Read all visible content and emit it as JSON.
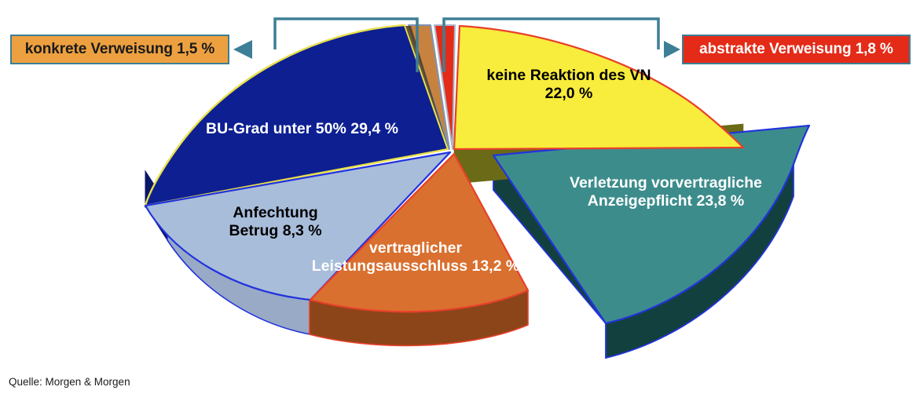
{
  "chart_data": {
    "type": "pie",
    "title": "",
    "subtitle": "",
    "xlabel": "",
    "ylabel": "",
    "legend_position": "none",
    "grid": false,
    "style": "3d-exploded-pie",
    "source_note": "Quelle: Morgen & Morgen",
    "unit": "%",
    "categories": [
      "keine Reaktion des VN",
      "Verletzung vorvertragliche Anzeigepflicht",
      "vertraglicher Leistungsausschluss",
      "Anfechtung Betrug",
      "BU-Grad unter 50%",
      "konkrete Verweisung",
      "abstrakte Verweisung"
    ],
    "values": [
      22.0,
      23.8,
      13.2,
      8.3,
      29.4,
      1.5,
      1.8
    ],
    "value_labels": [
      "22,0 %",
      "23,8 %",
      "13,2 %",
      "8,3 %",
      "29,4 %",
      "1,5 %",
      "1,8 %"
    ],
    "colors": [
      "#f8ec3c",
      "#3d8c8c",
      "#d9702f",
      "#a8bdda",
      "#0d1f91",
      "#c8823f",
      "#e42b18"
    ],
    "slices": [
      {
        "key": "keine-reaktion",
        "label": "keine Reaktion des VN",
        "value_label": "22,0 %",
        "value": 22.0,
        "label_text": "keine Reaktion des VN\n22,0 %",
        "top_color": "#f8ec3c",
        "side_color": "#6b6a16",
        "stroke": "#e8402a",
        "text_color": "dark"
      },
      {
        "key": "verletzung-anzeigepflicht",
        "label": "Verletzung vorvertragliche Anzeigepflicht",
        "value_label": "23,8 %",
        "value": 23.8,
        "label_text": "Verletzung vorvertragliche\nAnzeigepflicht 23,8 %",
        "top_color": "#3d8c8c",
        "side_color": "#12403f",
        "stroke": "#2233dd",
        "text_color": "light"
      },
      {
        "key": "vertraglicher-leistungsausschluss",
        "label": "vertraglicher Leistungsausschluss",
        "value_label": "13,2 %",
        "value": 13.2,
        "label_text": "vertraglicher\nLeistungsausschluss 13,2 %",
        "top_color": "#d9702f",
        "side_color": "#8c4518",
        "stroke": "#e8402a",
        "text_color": "light"
      },
      {
        "key": "anfechtung-betrug",
        "label": "Anfechtung Betrug",
        "value_label": "8,3 %",
        "value": 8.3,
        "label_text": "Anfechtung\nBetrug 8,3 %",
        "top_color": "#a8bdda",
        "side_color": "#8fa0bd",
        "stroke": "#2233dd",
        "text_color": "dark"
      },
      {
        "key": "bu-grad-unter-50",
        "label": "BU-Grad unter 50%",
        "value_label": "29,4 %",
        "value": 29.4,
        "label_text": "BU-Grad unter 50%  29,4 %",
        "top_color": "#0d1f91",
        "side_color": "#0a1668",
        "stroke": "#e8e04a",
        "text_color": "light"
      },
      {
        "key": "konkrete-verweisung",
        "label": "konkrete Verweisung",
        "value_label": "1,5 %",
        "value": 1.5,
        "label_text": "",
        "top_color": "#c8823f",
        "side_color": "#6b4a1e",
        "stroke": "#7f93b5",
        "text_color": "dark"
      },
      {
        "key": "abstrakte-verweisung",
        "label": "abstrakte Verweisung",
        "value_label": "1,8 %",
        "value": 1.8,
        "label_text": "",
        "top_color": "#e42b18",
        "side_color": "#8f1a10",
        "stroke": "#aab8cc",
        "text_color": "light"
      }
    ]
  },
  "callouts": {
    "konkrete": {
      "text": "konkrete Verweisung 1,5 %",
      "fill": "#eda040",
      "border": "#3d7f96",
      "text_color": "#1a1a1a"
    },
    "abstrakte": {
      "text": "abstrakte Verweisung 1,8 %",
      "fill": "#e42b18",
      "border": "#3d7f96",
      "text_color": "#ffffff"
    },
    "connector_color": "#3d7f96"
  },
  "labels": {
    "keine": "keine Reaktion des VN\n22,0 %",
    "verletzung": "Verletzung vorvertragliche\nAnzeigepflicht 23,8 %",
    "vertraglicher": "vertraglicher\nLeistungsausschluss 13,2 %",
    "anfechtung": "Anfechtung\nBetrug 8,3 %",
    "bugrad": "BU-Grad unter 50%  29,4 %"
  },
  "footer": {
    "source": "Quelle: Morgen & Morgen"
  }
}
